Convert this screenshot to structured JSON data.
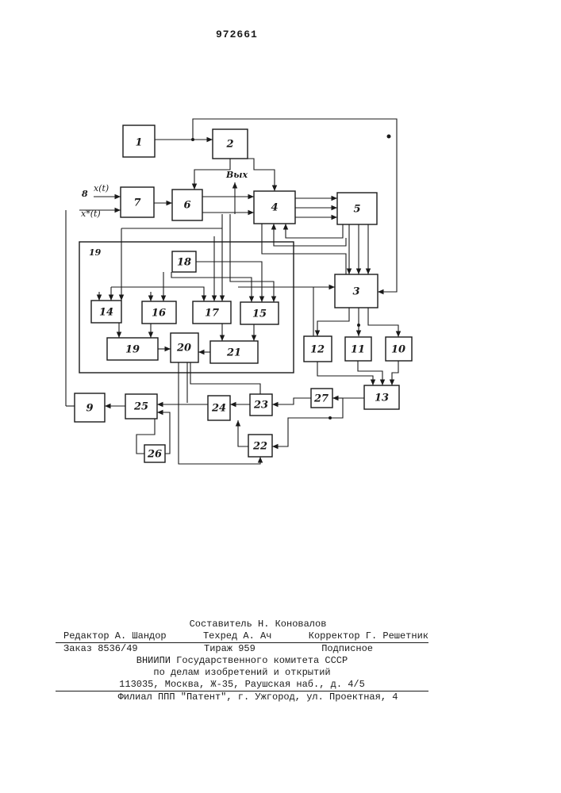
{
  "page_number": "972661",
  "diagram": {
    "blocks": [
      "1",
      "2",
      "3",
      "4",
      "5",
      "6",
      "7",
      "9",
      "10",
      "11",
      "12",
      "13",
      "14",
      "15",
      "16",
      "17",
      "18",
      "19",
      "20",
      "21",
      "22",
      "23",
      "24",
      "25",
      "26",
      "27"
    ],
    "frame_label": "19",
    "inputs": {
      "input_number": "8",
      "x_signal": "x(t)",
      "x_star_signal": "x*(t)",
      "output": "Вых"
    }
  },
  "footer": {
    "compiler": "Составитель Н. Коновалов",
    "editor": "Редактор А. Шандор",
    "techred": "Техред А. Ач",
    "corrector": "Корректор Г. Решетник",
    "order": "Заказ 8536/49",
    "circulation": "Тираж 959",
    "subscription": "Подписное",
    "org1": "ВНИИПИ Государственного комитета СССР",
    "org2": "по делам изобретений и открытий",
    "address": "113035, Москва, Ж-35, Раушская наб., д. 4/5",
    "branch": "Филиал ППП \"Патент\", г. Ужгород, ул. Проектная, 4"
  }
}
